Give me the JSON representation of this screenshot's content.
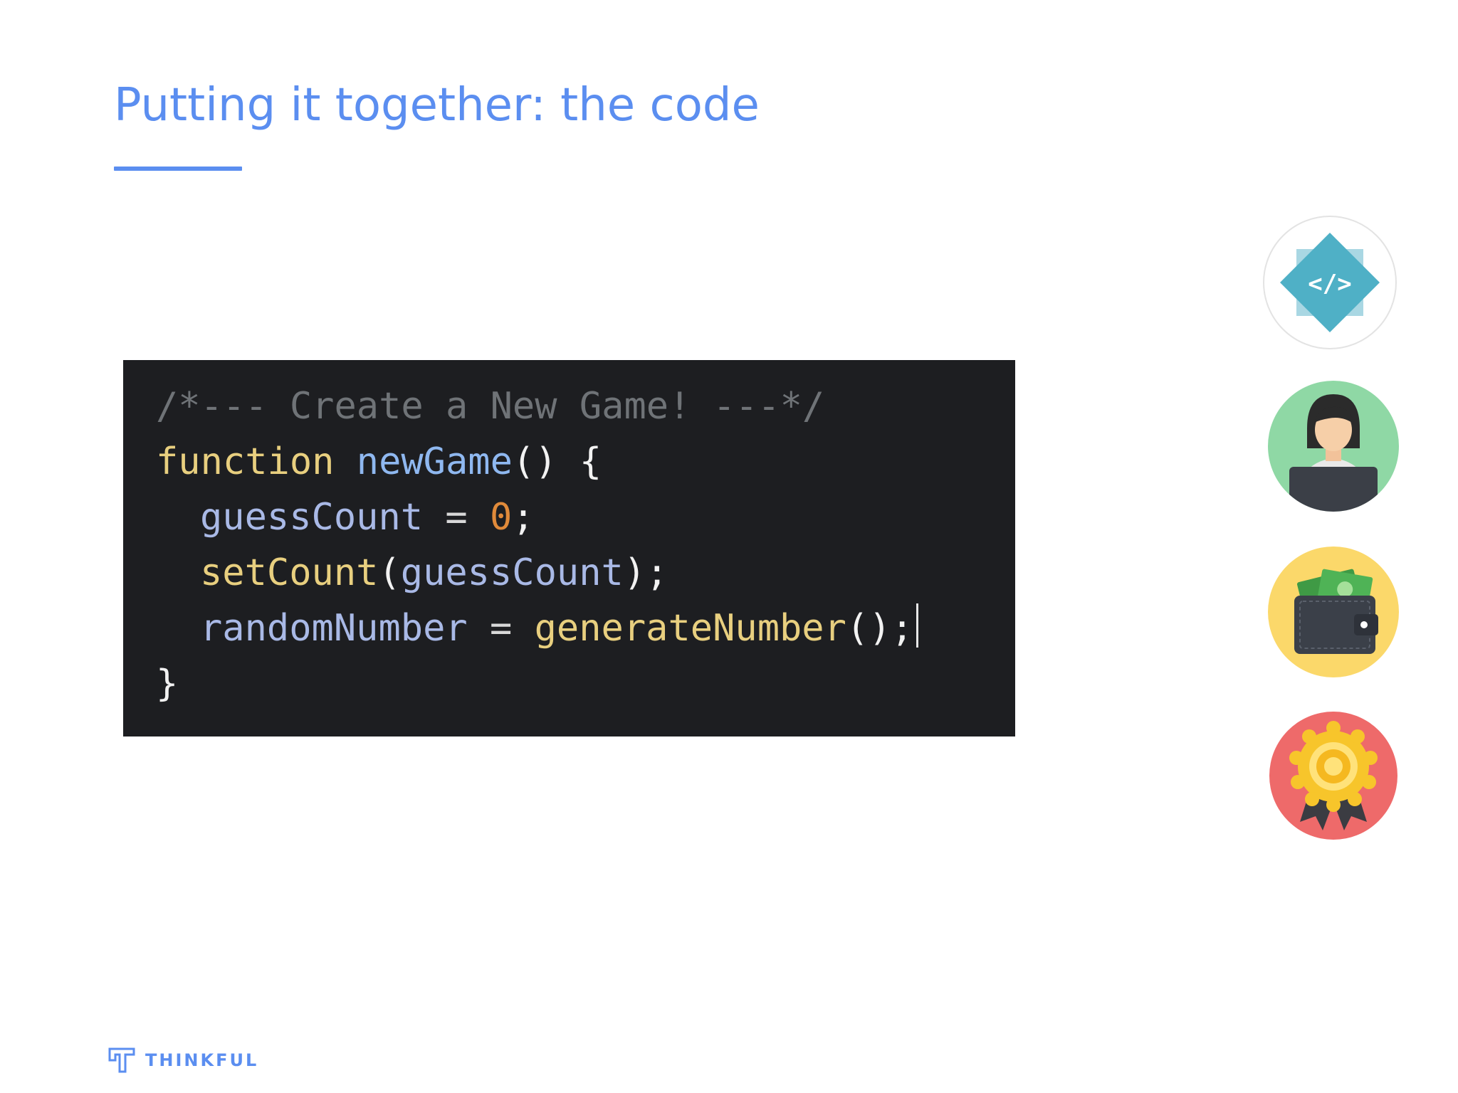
{
  "slide": {
    "title": "Putting it together: the code"
  },
  "code": {
    "line1": {
      "comment": "/*--- Create a New Game! ---*/"
    },
    "line2": {
      "keyword": "function",
      "name": "newGame",
      "parens": "()",
      "brace": "{"
    },
    "line3": {
      "var": "guessCount",
      "op": "=",
      "num": "0",
      "semi": ";"
    },
    "line4": {
      "call": "setCount",
      "open": "(",
      "arg": "guessCount",
      "close": ");"
    },
    "line5": {
      "var": "randomNumber",
      "op": "=",
      "call": "generateNumber",
      "rest": "();"
    },
    "line6": {
      "brace": "}"
    }
  },
  "icons": [
    {
      "name": "code-diamond-icon"
    },
    {
      "name": "developer-person-icon"
    },
    {
      "name": "money-wallet-icon"
    },
    {
      "name": "award-badge-icon"
    }
  ],
  "brand": {
    "name": "THINKFUL",
    "color": "#5b8ef0"
  }
}
